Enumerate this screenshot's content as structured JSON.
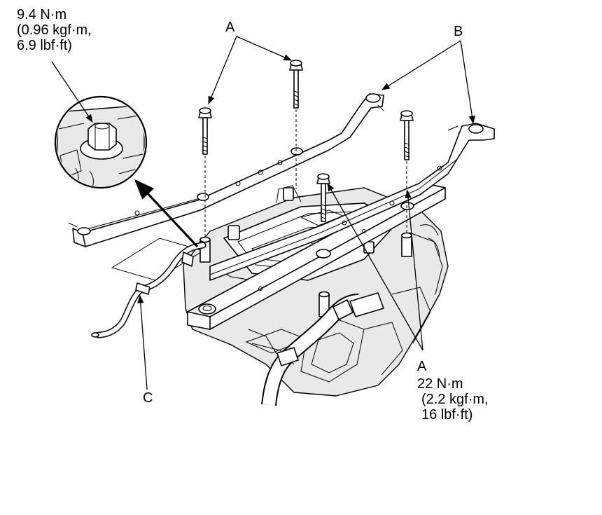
{
  "callouts": {
    "torque_small": {
      "line1": "9.4 N·m",
      "line2": "(0.96 kgf·m,",
      "line3": "6.9 lbf·ft)"
    },
    "torque_large": {
      "line1": "22 N·m",
      "line2": "(2.2 kgf·m,",
      "line3": "16 lbf·ft)"
    },
    "label_a_top": "A",
    "label_b": "B",
    "label_c": "C",
    "label_a_bottom": "A"
  },
  "colors": {
    "ink": "#000000",
    "paper": "#ffffff",
    "shade": "#e9e9e9"
  }
}
